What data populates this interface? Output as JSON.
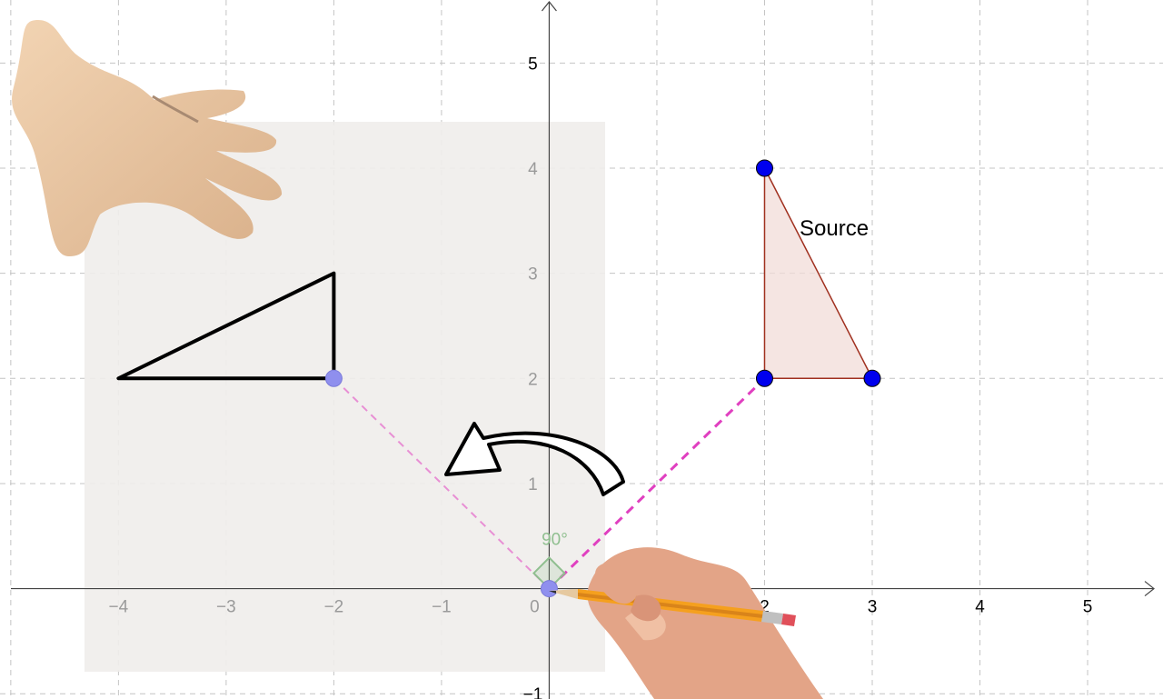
{
  "axes": {
    "x_ticks": [
      {
        "value": -4,
        "label": "−4"
      },
      {
        "value": -3,
        "label": "−3"
      },
      {
        "value": -2,
        "label": "−2"
      },
      {
        "value": -1,
        "label": "−1"
      },
      {
        "value": 2,
        "label": "2"
      },
      {
        "value": 3,
        "label": "3"
      },
      {
        "value": 4,
        "label": "4"
      },
      {
        "value": 5,
        "label": "5"
      }
    ],
    "y_ticks": [
      {
        "value": 5,
        "label": "5"
      },
      {
        "value": 4,
        "label": "4"
      },
      {
        "value": 3,
        "label": "3"
      },
      {
        "value": 2,
        "label": "2"
      },
      {
        "value": 1,
        "label": "1"
      },
      {
        "value": -1,
        "label": "−1"
      }
    ],
    "origin_label": "0",
    "xlim": [
      -5.1,
      5.7
    ],
    "ylim": [
      -1.05,
      5.6
    ]
  },
  "source_triangle": {
    "label": "Source",
    "vertices": [
      [
        2,
        4
      ],
      [
        2,
        2
      ],
      [
        3,
        2
      ]
    ],
    "fill_color": "#f2dcd8",
    "stroke_color": "#a0301f"
  },
  "image_triangle": {
    "vertices": [
      [
        -4,
        2
      ],
      [
        -2,
        2
      ],
      [
        -2,
        3
      ]
    ],
    "stroke_color": "#000000"
  },
  "rotation": {
    "center": [
      0,
      0
    ],
    "angle_label": "90°",
    "angle_color": "#8fbf8f",
    "source_point": [
      2,
      2
    ],
    "image_point": [
      -2,
      2
    ],
    "line_color": "#e040c0"
  },
  "colors": {
    "point_blue": "#0000ee",
    "point_faded": "#8f8fee",
    "grid": "#c4c4c4",
    "shade": "#efedeb"
  }
}
